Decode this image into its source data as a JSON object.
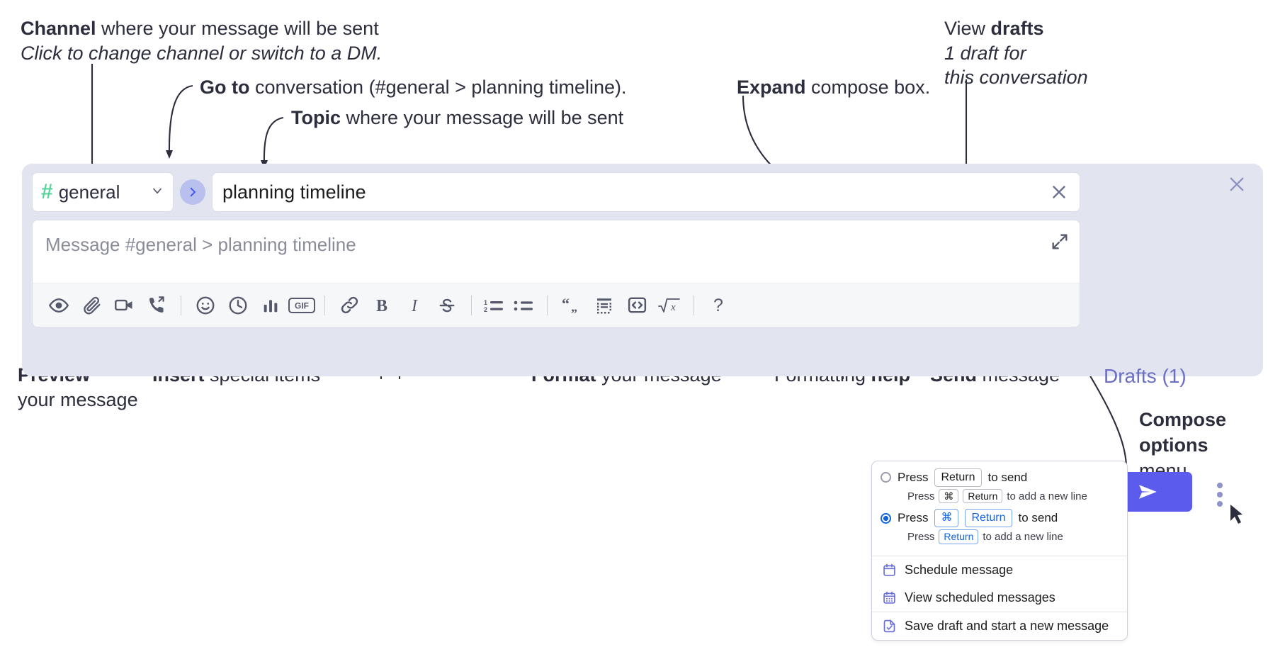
{
  "annotations": {
    "channel": {
      "bold": "Channel",
      "rest": " where your message will be sent",
      "sub": "Click to change channel or switch to a DM."
    },
    "goto": {
      "bold": "Go to",
      "rest": " conversation (#general > planning timeline)."
    },
    "topic": {
      "bold": "Topic",
      "rest": " where your message will be sent"
    },
    "expand": {
      "bold": "Expand",
      "rest": " compose box."
    },
    "drafts": {
      "bold_prefix": "View ",
      "bold": "drafts",
      "sub1": "1 draft for",
      "sub2": "this conversation"
    },
    "preview": {
      "bold": "Preview",
      "sub": "your message"
    },
    "insert": {
      "bold": "Insert",
      "rest": " special items"
    },
    "format": {
      "bold": "Format",
      "rest": " your message"
    },
    "formatting_help": {
      "rest": "Formatting ",
      "bold": "help"
    },
    "send": {
      "bold": "Send",
      "rest": " message"
    },
    "compose_options": {
      "bold1": "Compose",
      "bold2": "options",
      "rest": "menu"
    }
  },
  "compose": {
    "channel": {
      "hash": "#",
      "name": "general",
      "chevron_icon": "chevron-down-icon"
    },
    "goto_icon": "chevron-right-icon",
    "topic": {
      "value": "planning timeline",
      "clear_icon": "close-icon"
    },
    "message": {
      "placeholder": "Message #general > planning timeline",
      "value": ""
    },
    "expand_icon": "expand-icon",
    "close_icon": "close-icon",
    "drafts_label": "Drafts (1)",
    "send_icon": "send-paper-plane-icon",
    "options_icon": "kebab-menu-icon",
    "toolbar": [
      {
        "name": "preview-icon",
        "label": "Preview"
      },
      {
        "name": "attachment-icon",
        "label": "Attach file"
      },
      {
        "name": "video-camera-icon",
        "label": "Video clip"
      },
      {
        "name": "phone-forward-icon",
        "label": "Audio clip"
      },
      {
        "name": "separator",
        "label": ""
      },
      {
        "name": "emoji-icon",
        "label": "Emoji"
      },
      {
        "name": "clock-icon",
        "label": "Reminder"
      },
      {
        "name": "bar-chart-icon",
        "label": "Poll"
      },
      {
        "name": "gif-icon",
        "label": "GIF"
      },
      {
        "name": "separator",
        "label": ""
      },
      {
        "name": "link-icon",
        "label": "Link"
      },
      {
        "name": "bold-icon",
        "label": "Bold"
      },
      {
        "name": "italic-icon",
        "label": "Italic"
      },
      {
        "name": "strikethrough-icon",
        "label": "Strikethrough"
      },
      {
        "name": "separator",
        "label": ""
      },
      {
        "name": "ordered-list-icon",
        "label": "Ordered list"
      },
      {
        "name": "bulleted-list-icon",
        "label": "Bulleted list"
      },
      {
        "name": "separator",
        "label": ""
      },
      {
        "name": "blockquote-icon",
        "label": "Blockquote"
      },
      {
        "name": "code-block-icon",
        "label": "Code block"
      },
      {
        "name": "code-icon",
        "label": "Code"
      },
      {
        "name": "math-icon",
        "label": "Math"
      },
      {
        "name": "separator",
        "label": ""
      },
      {
        "name": "help-icon",
        "label": "Formatting help"
      }
    ]
  },
  "options_menu": {
    "radios": [
      {
        "selected": false,
        "main": {
          "pre": "Press",
          "keys": [
            "Return"
          ],
          "post": "to send"
        },
        "sub": {
          "pre": "Press",
          "keys": [
            "⌘",
            "Return"
          ],
          "post": "to add a new line"
        }
      },
      {
        "selected": true,
        "main": {
          "pre": "Press",
          "keys": [
            "⌘",
            "Return"
          ],
          "post": "to send"
        },
        "sub": {
          "pre": "Press",
          "keys": [
            "Return"
          ],
          "post": "to add a new line"
        }
      }
    ],
    "items": [
      {
        "icon": "calendar-icon",
        "label": "Schedule message"
      },
      {
        "icon": "calendar-grid-icon",
        "label": "View scheduled messages"
      },
      {
        "icon": "save-draft-icon",
        "label": "Save draft and start a new message"
      }
    ]
  },
  "colors": {
    "panel_bg": "#e2e4ef",
    "accent": "#5b5ced",
    "hash_green": "#5ad49a",
    "drafts_purple": "#6a6fc4",
    "text": "#2c2d3d",
    "radio_blue": "#1264e0"
  }
}
